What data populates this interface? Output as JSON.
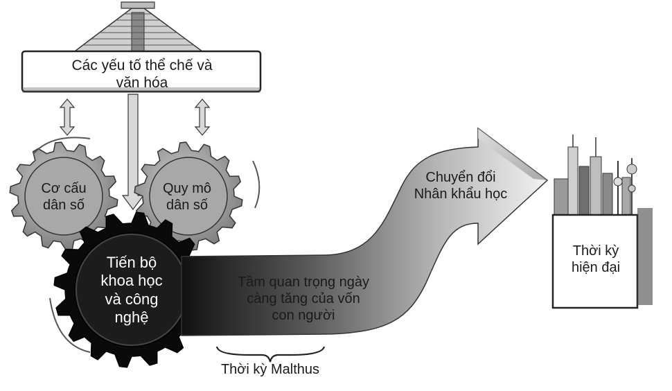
{
  "institutions": {
    "line1": "Các yếu tố thể chế và",
    "line2": "văn hóa"
  },
  "gear_structure": {
    "line1": "Cơ cấu",
    "line2": "dân số"
  },
  "gear_size": {
    "line1": "Quy mô",
    "line2": "dân số"
  },
  "gear_tech": {
    "line1": "Tiến bộ",
    "line2": "khoa học",
    "line3": "và công",
    "line4": "nghệ"
  },
  "arrow_body": {
    "line1": "Tầm quan trọng ngày",
    "line2": "càng tăng của vốn",
    "line3": "con người"
  },
  "arrow_head": {
    "line1": "Chuyển đổi",
    "line2": "Nhân khẩu học"
  },
  "malthus": {
    "label": "Thời kỳ Malthus"
  },
  "modern": {
    "line1": "Thời kỳ",
    "line2": "hiện đại"
  }
}
